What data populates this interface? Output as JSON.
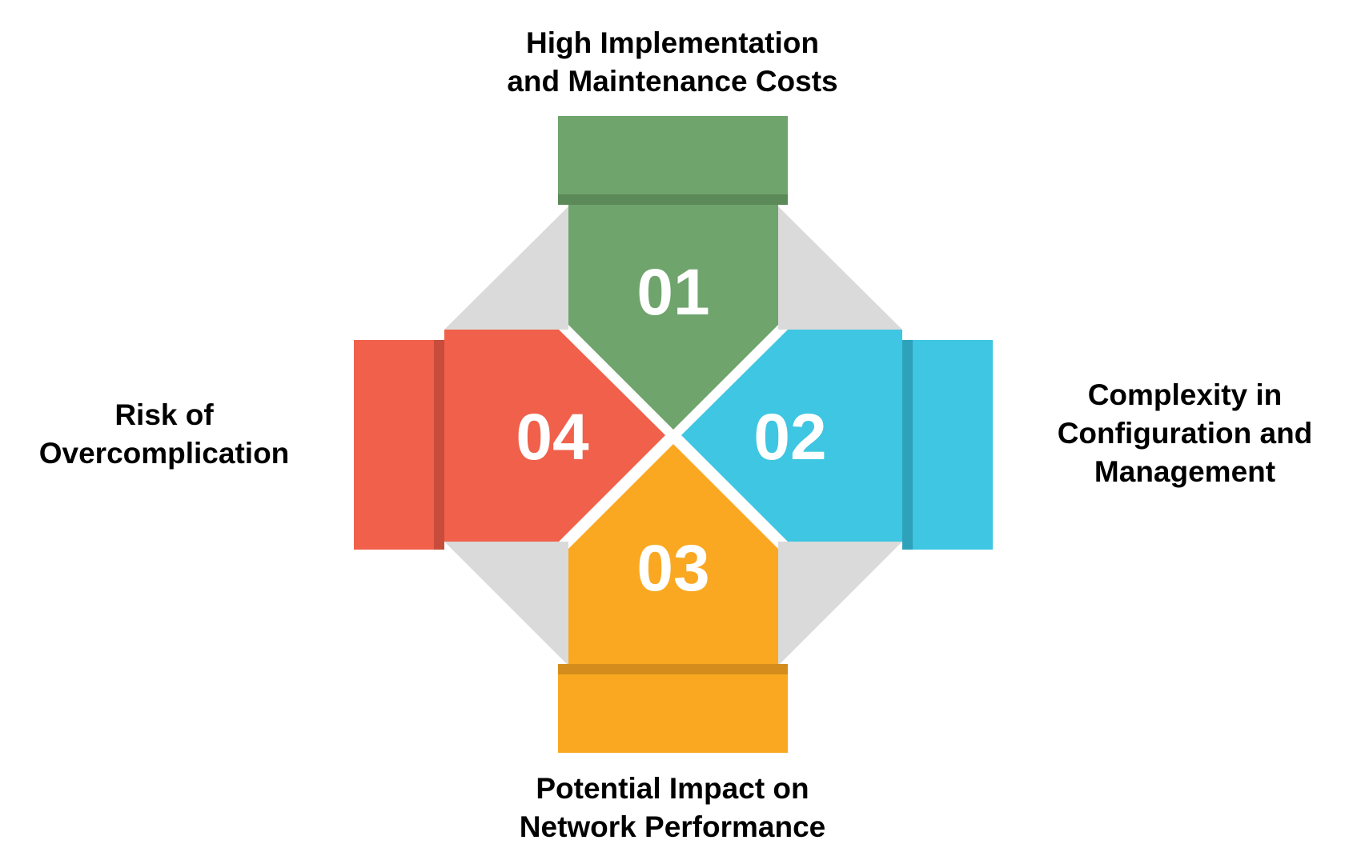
{
  "items": [
    {
      "number": "01",
      "label_lines": [
        "High Implementation",
        "and Maintenance Costs"
      ],
      "color": "#6fa46c",
      "shade": "#5b8a58"
    },
    {
      "number": "02",
      "label_lines": [
        "Complexity in",
        "Configuration and",
        "Management"
      ],
      "color": "#3ec6e2",
      "shade": "#2fa2bb"
    },
    {
      "number": "03",
      "label_lines": [
        "Potential Impact on",
        "Network Performance"
      ],
      "color": "#faa822",
      "shade": "#d48d1c"
    },
    {
      "number": "04",
      "label_lines": [
        "Risk of",
        "Overcomplication"
      ],
      "color": "#f0604a",
      "shade": "#c84c3b"
    }
  ],
  "colors": {
    "connector_gray": "#dadada"
  }
}
